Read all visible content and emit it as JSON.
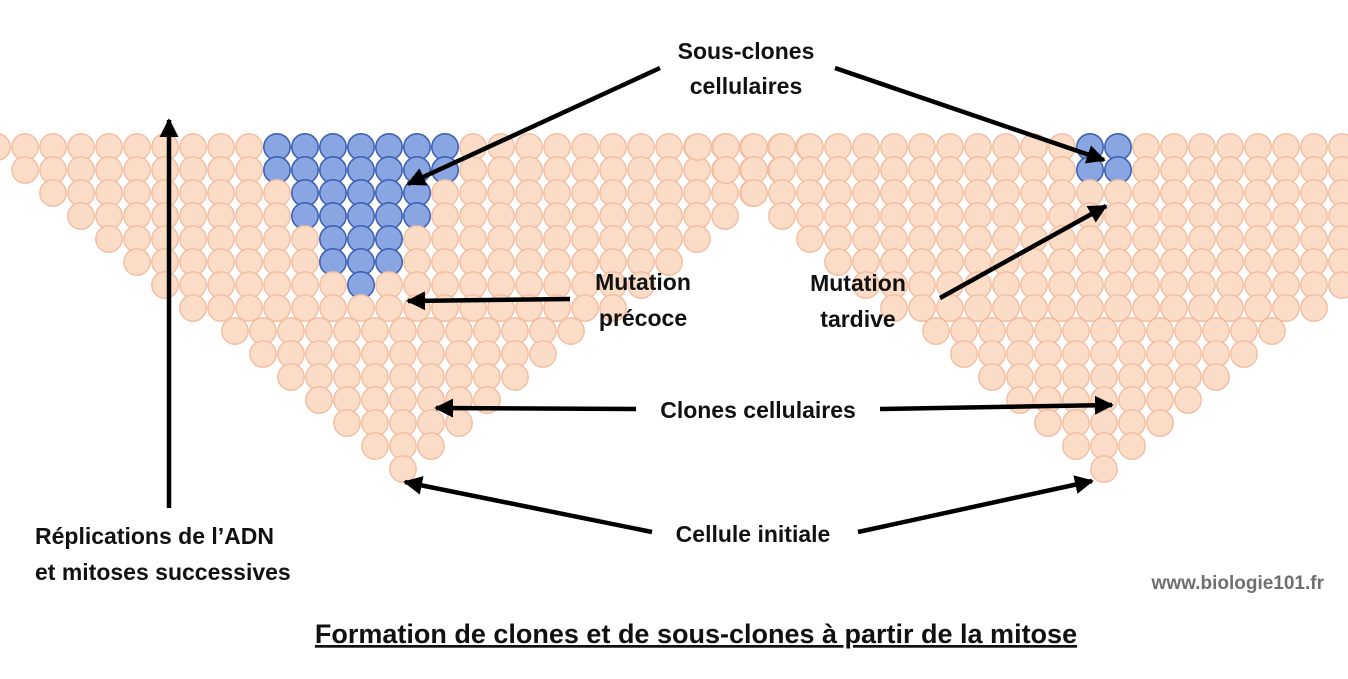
{
  "labels": {
    "subclones": [
      "Sous-clones",
      "cellulaires"
    ],
    "early": [
      "Mutation",
      "précoce"
    ],
    "late": [
      "Mutation",
      "tardive"
    ],
    "clones": "Clones cellulaires",
    "initial": "Cellule initiale",
    "replication": [
      "Réplications de l’ADN",
      "et mitoses successives"
    ]
  },
  "credit": "www.biologie101.fr",
  "title": "Formation de clones et de sous-clones à partir de la mitose",
  "colors": {
    "cell_fill": "#fbdcc6",
    "cell_stroke": "#f2bda0",
    "mutant_fill": "#8aa6e2",
    "mutant_stroke": "#3f62b4",
    "arrow": "#000000"
  }
}
